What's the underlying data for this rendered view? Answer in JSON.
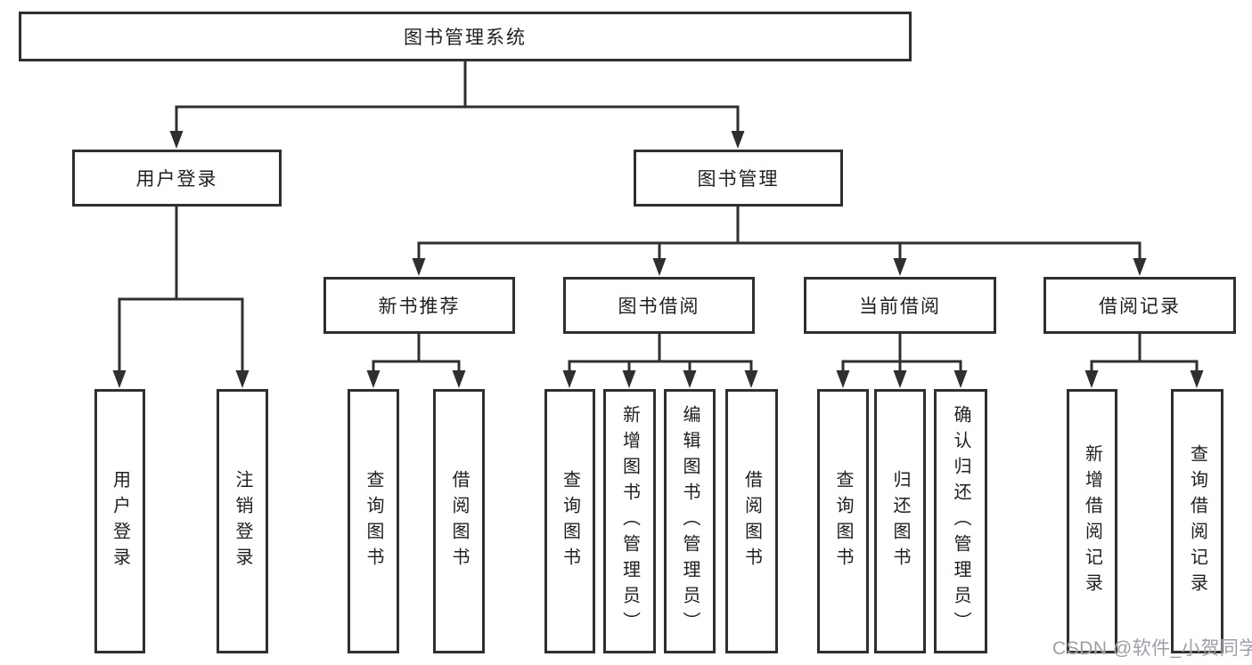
{
  "root": {
    "label": "图书管理系统"
  },
  "branches": {
    "user_login": {
      "label": "用户登录",
      "children": {
        "login": {
          "label": "用户登录"
        },
        "logout": {
          "label": "注销登录"
        }
      }
    },
    "book_management": {
      "label": "图书管理",
      "sections": {
        "new_book_recommend": {
          "label": "新书推荐",
          "children": {
            "query_books": {
              "label": "查询图书"
            },
            "borrow_books": {
              "label": "借阅图书"
            }
          }
        },
        "book_borrowing": {
          "label": "图书借阅",
          "children": {
            "query_books": {
              "label": "查询图书"
            },
            "add_books_admin": {
              "label": "新增图书（管理员）"
            },
            "edit_books_admin": {
              "label": "编辑图书（管理员）"
            },
            "borrow_books": {
              "label": "借阅图书"
            }
          }
        },
        "current_borrowing": {
          "label": "当前借阅",
          "children": {
            "query_books": {
              "label": "查询图书"
            },
            "return_books": {
              "label": "归还图书"
            },
            "confirm_return_admin": {
              "label": "确认归还（管理员）"
            }
          }
        },
        "borrowing_records": {
          "label": "借阅记录",
          "children": {
            "add_borrow_record": {
              "label": "新增借阅记录"
            },
            "query_borrow_record": {
              "label": "查询借阅记录"
            }
          }
        }
      }
    }
  },
  "watermark": {
    "text": "CSDN @软件_小贺同学"
  },
  "colors": {
    "line": "#2f2f2f",
    "box_border": "#2f2f2f",
    "text": "#1f1f1f",
    "watermark": "#9ba0a7",
    "background": "#ffffff"
  }
}
